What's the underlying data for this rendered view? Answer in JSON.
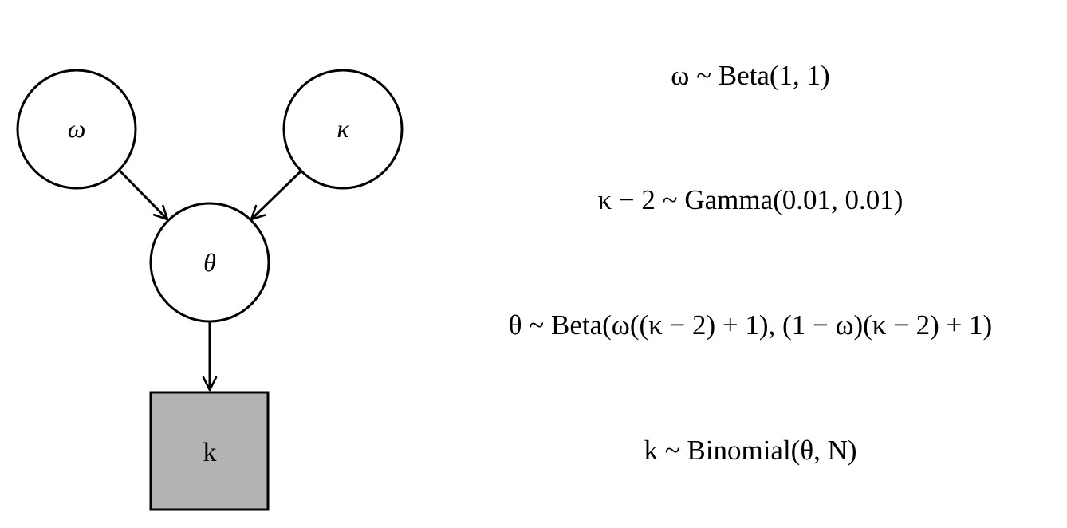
{
  "nodes": {
    "omega": {
      "label": "ω",
      "observed": false
    },
    "kappa": {
      "label": "κ",
      "observed": false
    },
    "theta": {
      "label": "θ",
      "observed": false
    },
    "k": {
      "label": "k",
      "observed": true
    }
  },
  "edges": [
    {
      "from": "omega",
      "to": "theta"
    },
    {
      "from": "kappa",
      "to": "theta"
    },
    {
      "from": "theta",
      "to": "k"
    }
  ],
  "colors": {
    "observed_fill": "#b3b3b3",
    "stroke": "#000000",
    "background": "#ffffff"
  },
  "equations": [
    "ω ~ Beta(1, 1)",
    "κ − 2 ~ Gamma(0.01, 0.01)",
    "θ ~ Beta(ω((κ − 2) + 1), (1 − ω)(κ − 2) + 1)",
    "k ~ Binomial(θ, N)"
  ]
}
